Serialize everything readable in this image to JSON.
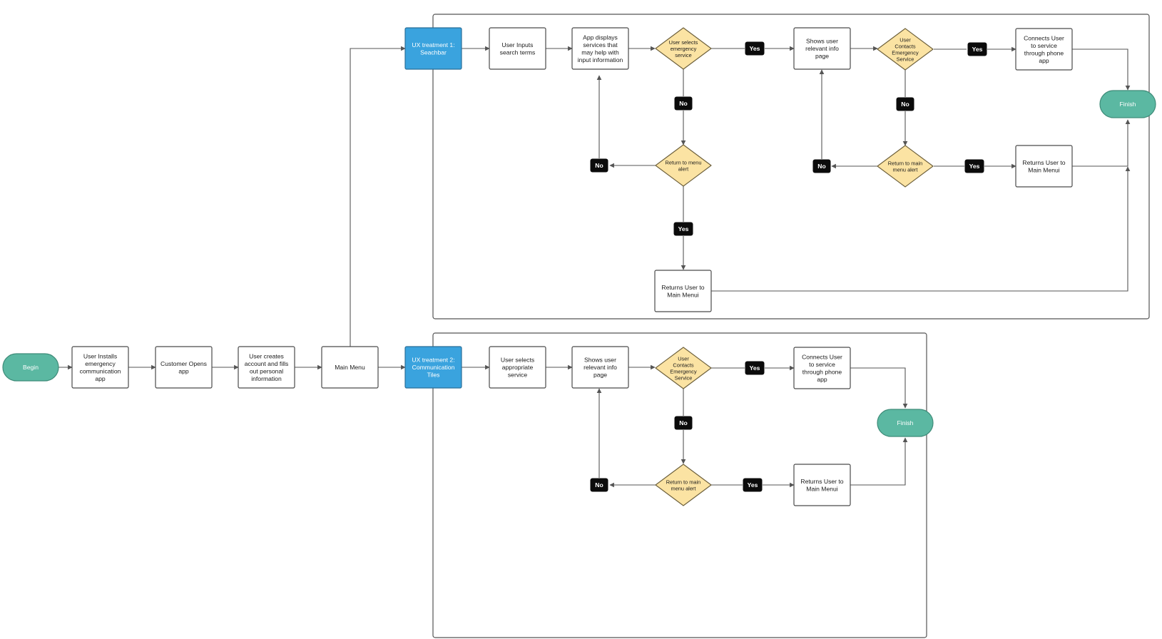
{
  "colors": {
    "terminal": "#5bb8a2",
    "treatment": "#3aa3de",
    "decision": "#fbe3a3",
    "badge": "#0b0b0b",
    "line": "#555555",
    "process_border": "#4a4a4a"
  },
  "nodes": {
    "begin": "Begin",
    "install": [
      "User Installs",
      "emergency",
      "communication",
      "app"
    ],
    "opens": [
      "Customer Opens",
      "app"
    ],
    "account": [
      "User creates",
      "account and fills",
      "out personal",
      "information"
    ],
    "main_menu": "Main Menu",
    "t1": [
      "UX treatment 1:",
      "Seachbar"
    ],
    "t1_inputs": [
      "User Inputs",
      "search terms"
    ],
    "t1_displays": [
      "App displays",
      "services that",
      "may help with",
      "input information"
    ],
    "t1_selects": [
      "User selects",
      "emergency",
      "service"
    ],
    "t1_shows": [
      "Shows user",
      "relevant info",
      "page"
    ],
    "t1_contacts": [
      "User",
      "Contacts",
      "Emergency",
      "Service"
    ],
    "t1_connects": [
      "Connects User",
      "to service",
      "through phone",
      "app"
    ],
    "t1_finish": "Finish",
    "t1_return_alert_a": [
      "Return to menu",
      "alert"
    ],
    "t1_return_alert_b": [
      "Return to main",
      "menu alert"
    ],
    "t1_returns_a": [
      "Returns User to",
      "Main Menui"
    ],
    "t1_returns_b": [
      "Returns User to",
      "Main Menui"
    ],
    "t2": [
      "UX treatment 2:",
      "Communication",
      "Tiles"
    ],
    "t2_selects": [
      "User selects",
      "appropriate",
      "service"
    ],
    "t2_shows": [
      "Shows user",
      "relevant info",
      "page"
    ],
    "t2_contacts": [
      "User",
      "Contacts",
      "Emergency",
      "Service"
    ],
    "t2_connects": [
      "Connects User",
      "to service",
      "through phone",
      "app"
    ],
    "t2_finish": "Finish",
    "t2_return_alert": [
      "Return to main",
      "menu alert"
    ],
    "t2_returns": [
      "Returns User to",
      "Main Menui"
    ]
  },
  "badges": {
    "yes": "Yes",
    "no": "No"
  }
}
